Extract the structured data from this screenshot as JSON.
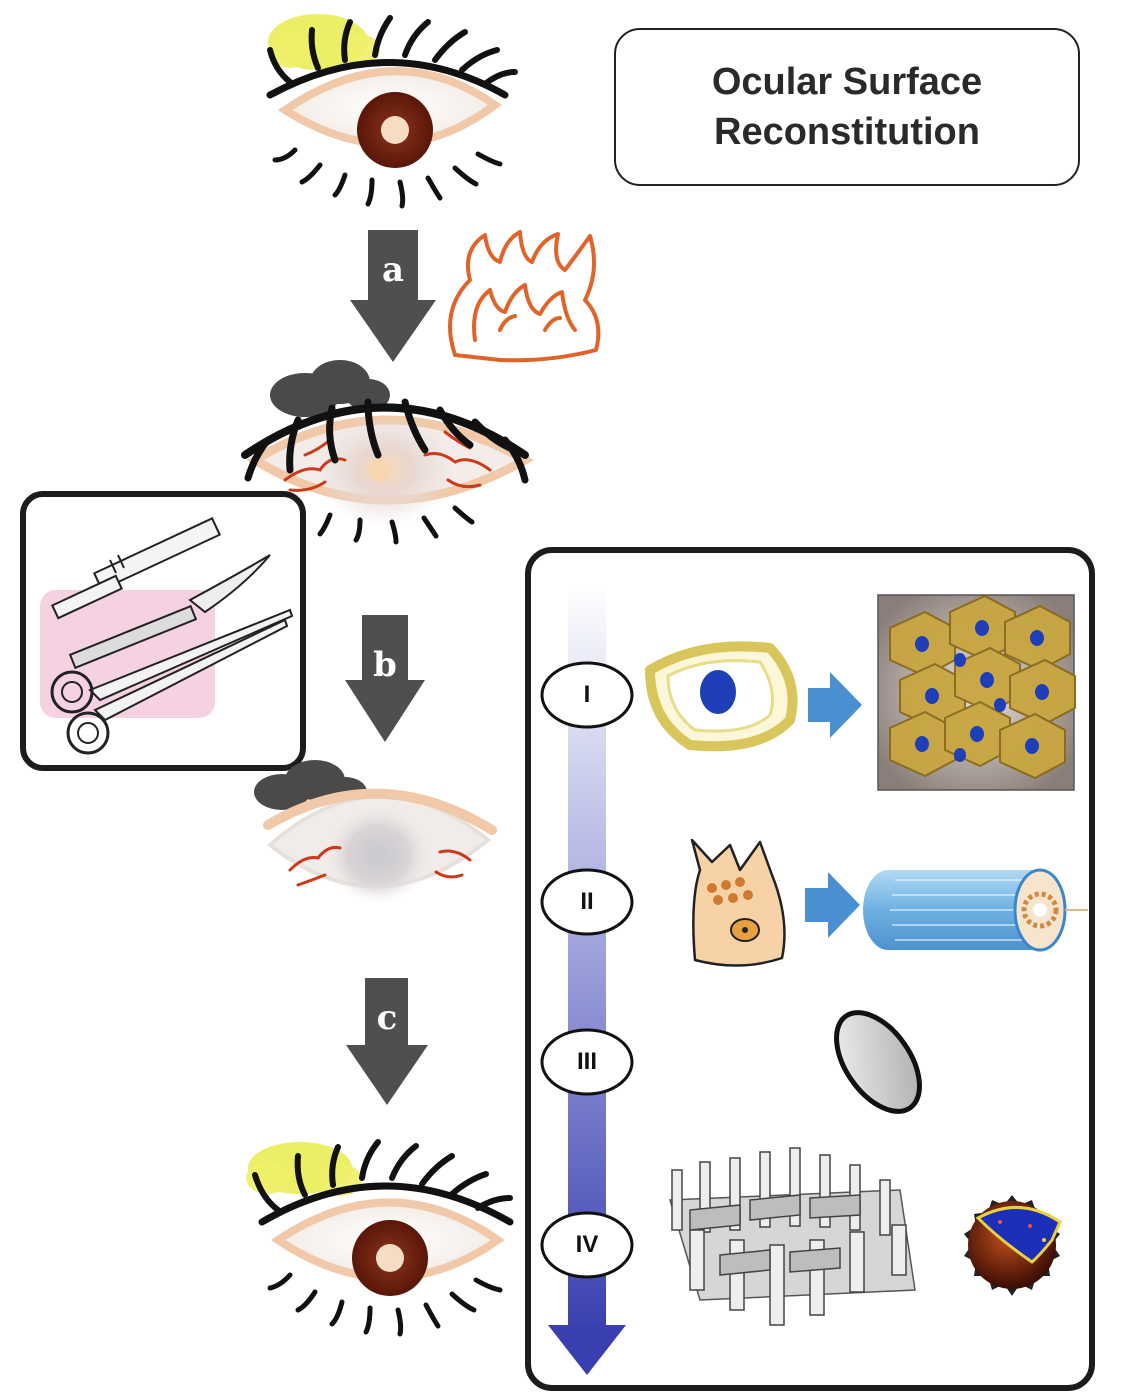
{
  "title": {
    "line1": "Ocular Surface",
    "line2": "Reconstitution"
  },
  "steps": [
    {
      "label": "a"
    },
    {
      "label": "b"
    },
    {
      "label": "c"
    }
  ],
  "stages": [
    {
      "label": "I"
    },
    {
      "label": "II"
    },
    {
      "label": "III"
    },
    {
      "label": "IV"
    }
  ],
  "colors": {
    "arrow_gray": "#4f4f4f",
    "stage_arrow_blue": "#3a3fb0",
    "cell_arrow_blue": "#4a90d0",
    "iris_brown": "#6b1f10",
    "lash_black": "#111111",
    "cloud_gray": "#4a4a4a",
    "flame_orange": "#e0642a",
    "vessel_red": "#cc3a1c",
    "highlight_yellow": "#e8ec4a",
    "tool_pink": "#efb3cf"
  },
  "icons": [
    "healthy-eye-icon",
    "flame-icon",
    "injured-eye-icon",
    "surgical-tools-icon",
    "scarred-eye-icon",
    "restored-eye-icon",
    "epithelial-cell-icon",
    "epithelial-sheet-icon",
    "stem-cell-icon",
    "nanofiber-scaffold-icon",
    "membrane-disc-icon",
    "micro-pillar-scaffold-icon",
    "nanoparticle-icon"
  ]
}
